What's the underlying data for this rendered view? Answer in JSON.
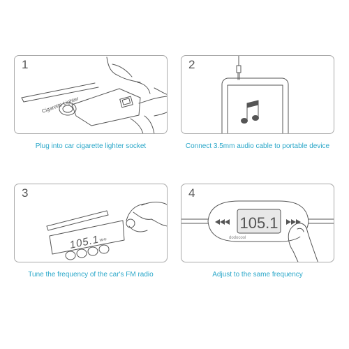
{
  "colors": {
    "caption": "#2aa7c9",
    "line": "#555555",
    "border": "#a9a9a9",
    "lcd": "#e8e8e8"
  },
  "steps": [
    {
      "number": "1",
      "caption": "Plug into car cigarette lighter socket",
      "device_label": "Cigarette Lighter",
      "icons": [
        "cigarette-lighter-socket",
        "hand-icon",
        "fm-transmitter-icon"
      ]
    },
    {
      "number": "2",
      "caption": "Connect 3.5mm audio cable to portable device",
      "icons": [
        "phone-icon",
        "music-note-icon",
        "audio-cable-icon"
      ]
    },
    {
      "number": "3",
      "caption": "Tune the frequency of the car's FM radio",
      "frequency": "105.1",
      "unit": "MHz",
      "icons": [
        "car-radio-icon",
        "hand-icon"
      ]
    },
    {
      "number": "4",
      "caption": "Adjust to the same frequency",
      "frequency": "105.1",
      "brand": "dodocool",
      "icons": [
        "rewind-icon",
        "fast-forward-icon",
        "thumb-icon"
      ]
    }
  ]
}
